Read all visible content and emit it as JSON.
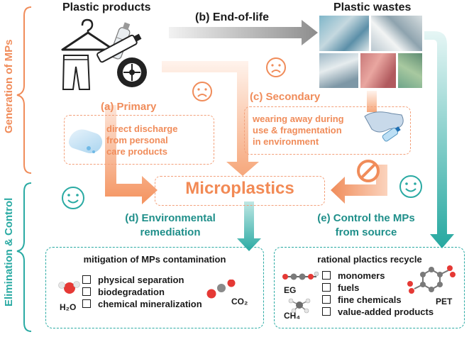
{
  "colors": {
    "orange": "#f08c5a",
    "teal": "#1f9e97",
    "gray_arrow": "#9a9a9a",
    "dark_text": "#1a1a1a"
  },
  "side_labels": {
    "generation": "Generation of MPs",
    "elimination": "Elimination & Control"
  },
  "top": {
    "plastic_products": "Plastic products",
    "end_of_life": "(b) End-of-life",
    "plastic_wastes": "Plastic wastes"
  },
  "primary": {
    "title": "(a) Primary",
    "text_line1": "direct discharge",
    "text_line2": "from personal",
    "text_line3": "care products"
  },
  "secondary": {
    "title": "(c) Secondary",
    "text_line1": "wearing away during",
    "text_line2": "use & fragmentation",
    "text_line3": "in environment"
  },
  "center": {
    "microplastics": "Microplastics"
  },
  "remediation": {
    "title_line1": "(d) Environmental",
    "title_line2": "remediation",
    "box_title": "mitigation of MPs contamination",
    "items": [
      "physical separation",
      "biodegradation",
      "chemical mineralization"
    ],
    "h2o": "H₂O",
    "co2": "CO₂"
  },
  "control": {
    "title_line1": "(e) Control the MPs",
    "title_line2": "from source",
    "box_title": "rational plactics recycle",
    "items": [
      "monomers",
      "fuels",
      "fine chemicals",
      "value-added products"
    ],
    "eg": "EG",
    "pet": "PET",
    "ch4": "CH₄"
  },
  "icons": [
    "hanger-icon",
    "bottle-icon",
    "jeans-icon",
    "tube-icon",
    "tire-icon",
    "waste-photo-icon",
    "sad-face-icon",
    "happy-face-icon",
    "prohibit-icon",
    "glove-icon",
    "water-molecule-icon",
    "co2-molecule-icon"
  ]
}
